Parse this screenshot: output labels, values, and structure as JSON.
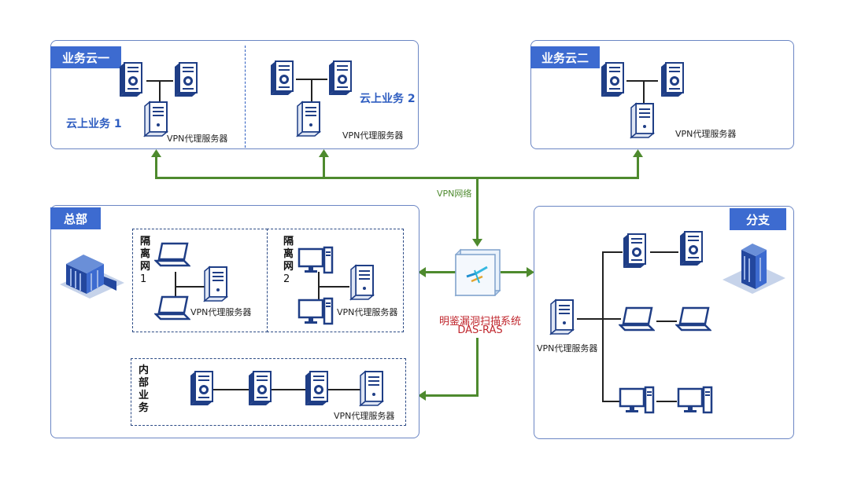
{
  "cloud1": {
    "title": "业务云一",
    "sub1": "云上业务 1",
    "sub2": "云上业务 2",
    "server1_label": "VPN代理服务器",
    "server2_label": "VPN代理服务器"
  },
  "cloud2": {
    "title": "业务云二",
    "server_label": "VPN代理服务器"
  },
  "network_label": "VPN网络",
  "hq": {
    "title": "总部",
    "iso1": [
      "隔",
      "离",
      "网",
      "1"
    ],
    "iso2": [
      "隔",
      "离",
      "网",
      "2"
    ],
    "iso1_server_label": "VPN代理服务器",
    "iso2_server_label": "VPN代理服务器",
    "internal": [
      "内",
      "部",
      "业",
      "务"
    ],
    "internal_server_label": "VPN代理服务器"
  },
  "branch": {
    "title": "分支",
    "server_label": "VPN代理服务器"
  },
  "scanner": {
    "name": "明鉴漏洞扫描系统",
    "code": "DAS-RAS"
  },
  "colors": {
    "accent": "#3d6bd0",
    "link": "#4e8a2e",
    "scanner_text": "#c0262d",
    "border": "#6b86c4"
  }
}
